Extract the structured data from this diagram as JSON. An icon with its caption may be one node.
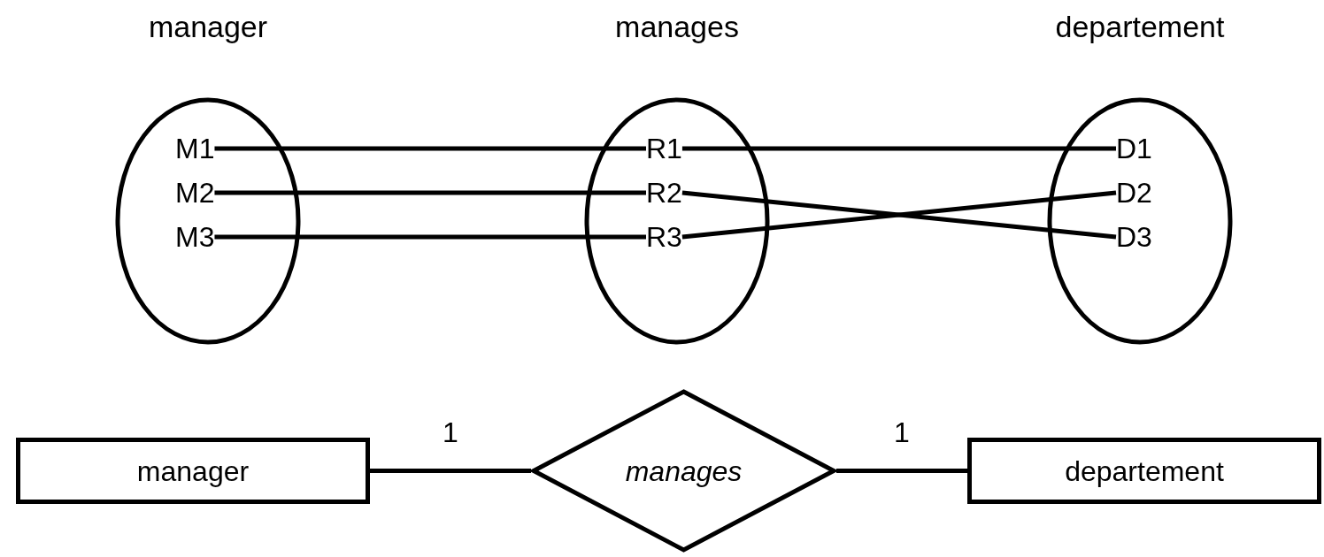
{
  "diagram": {
    "nodes": [
      {
        "text": [
          "manager"
        ]
      },
      {
        "text": [
          "M1"
        ],
        "in": 0
      },
      {
        "text": [
          "M2"
        ],
        "in": 0
      },
      {
        "text": [
          "M3"
        ],
        "in": 0
      },
      {
        "text": [
          "manages"
        ]
      },
      {
        "text": [
          "R1"
        ],
        "in": 4
      },
      {
        "text": [
          "R2"
        ],
        "in": 4
      },
      {
        "text": [
          "R3"
        ],
        "in": 4
      },
      {
        "text": [
          "departement"
        ]
      },
      {
        "text": [
          "D1"
        ],
        "in": 8
      },
      {
        "text": [
          "D2"
        ],
        "in": 8
      },
      {
        "text": [
          "D3"
        ],
        "in": 8
      },
      {
        "text": [
          "manager"
        ]
      },
      {
        "text": [
          "manages"
        ]
      },
      {
        "text": [
          "departement"
        ]
      }
    ],
    "edges": [
      {
        "from": 1,
        "to": 5,
        "arrow": "none"
      },
      {
        "from": 2,
        "to": 6,
        "arrow": "none"
      },
      {
        "from": 3,
        "to": 7,
        "arrow": "none"
      },
      {
        "from": 5,
        "to": 9,
        "arrow": "none"
      },
      {
        "from": 6,
        "to": 11,
        "arrow": "none"
      },
      {
        "from": 7,
        "to": 10,
        "arrow": "none"
      },
      {
        "from": 12,
        "to": 13,
        "arrow": "none",
        "label": "1"
      },
      {
        "from": 13,
        "to": 14,
        "arrow": "none",
        "label": "1"
      }
    ]
  }
}
